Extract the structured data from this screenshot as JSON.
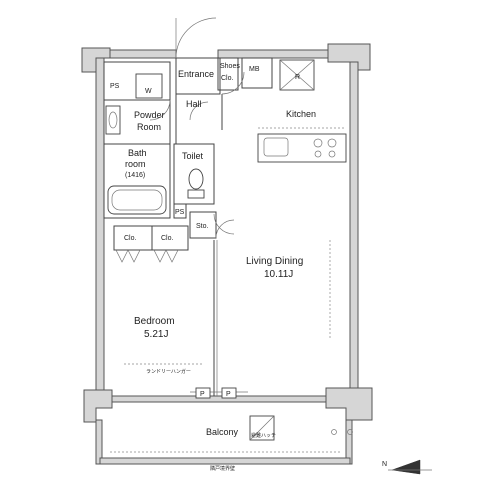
{
  "rooms": {
    "entrance": "Entrance",
    "shoes_closet_1": "Shoes",
    "shoes_closet_2": "Clo.",
    "mb": "MB",
    "ps_top": "PS",
    "washer": "W",
    "powder_room_1": "Powder",
    "powder_room_2": "Room",
    "hall": "Hall",
    "kitchen": "Kitchen",
    "refrigerator": "R",
    "bathroom_1": "Bath",
    "bathroom_2": "room",
    "bathroom_size": "(1416)",
    "toilet": "Toilet",
    "ps_mid": "PS",
    "storage": "Sto.",
    "closet_1": "Clo.",
    "closet_2": "Clo.",
    "living_dining": "Living Dining",
    "living_dining_size": "10.11J",
    "bedroom": "Bedroom",
    "bedroom_size": "5.21J",
    "laundry_hanger": "ランドリーハンガー",
    "p1": "P",
    "p2": "P",
    "balcony": "Balcony",
    "evac_hatch": "避難ハッチ",
    "neighbor_partition": "隣戸境界壁",
    "north": "N"
  }
}
